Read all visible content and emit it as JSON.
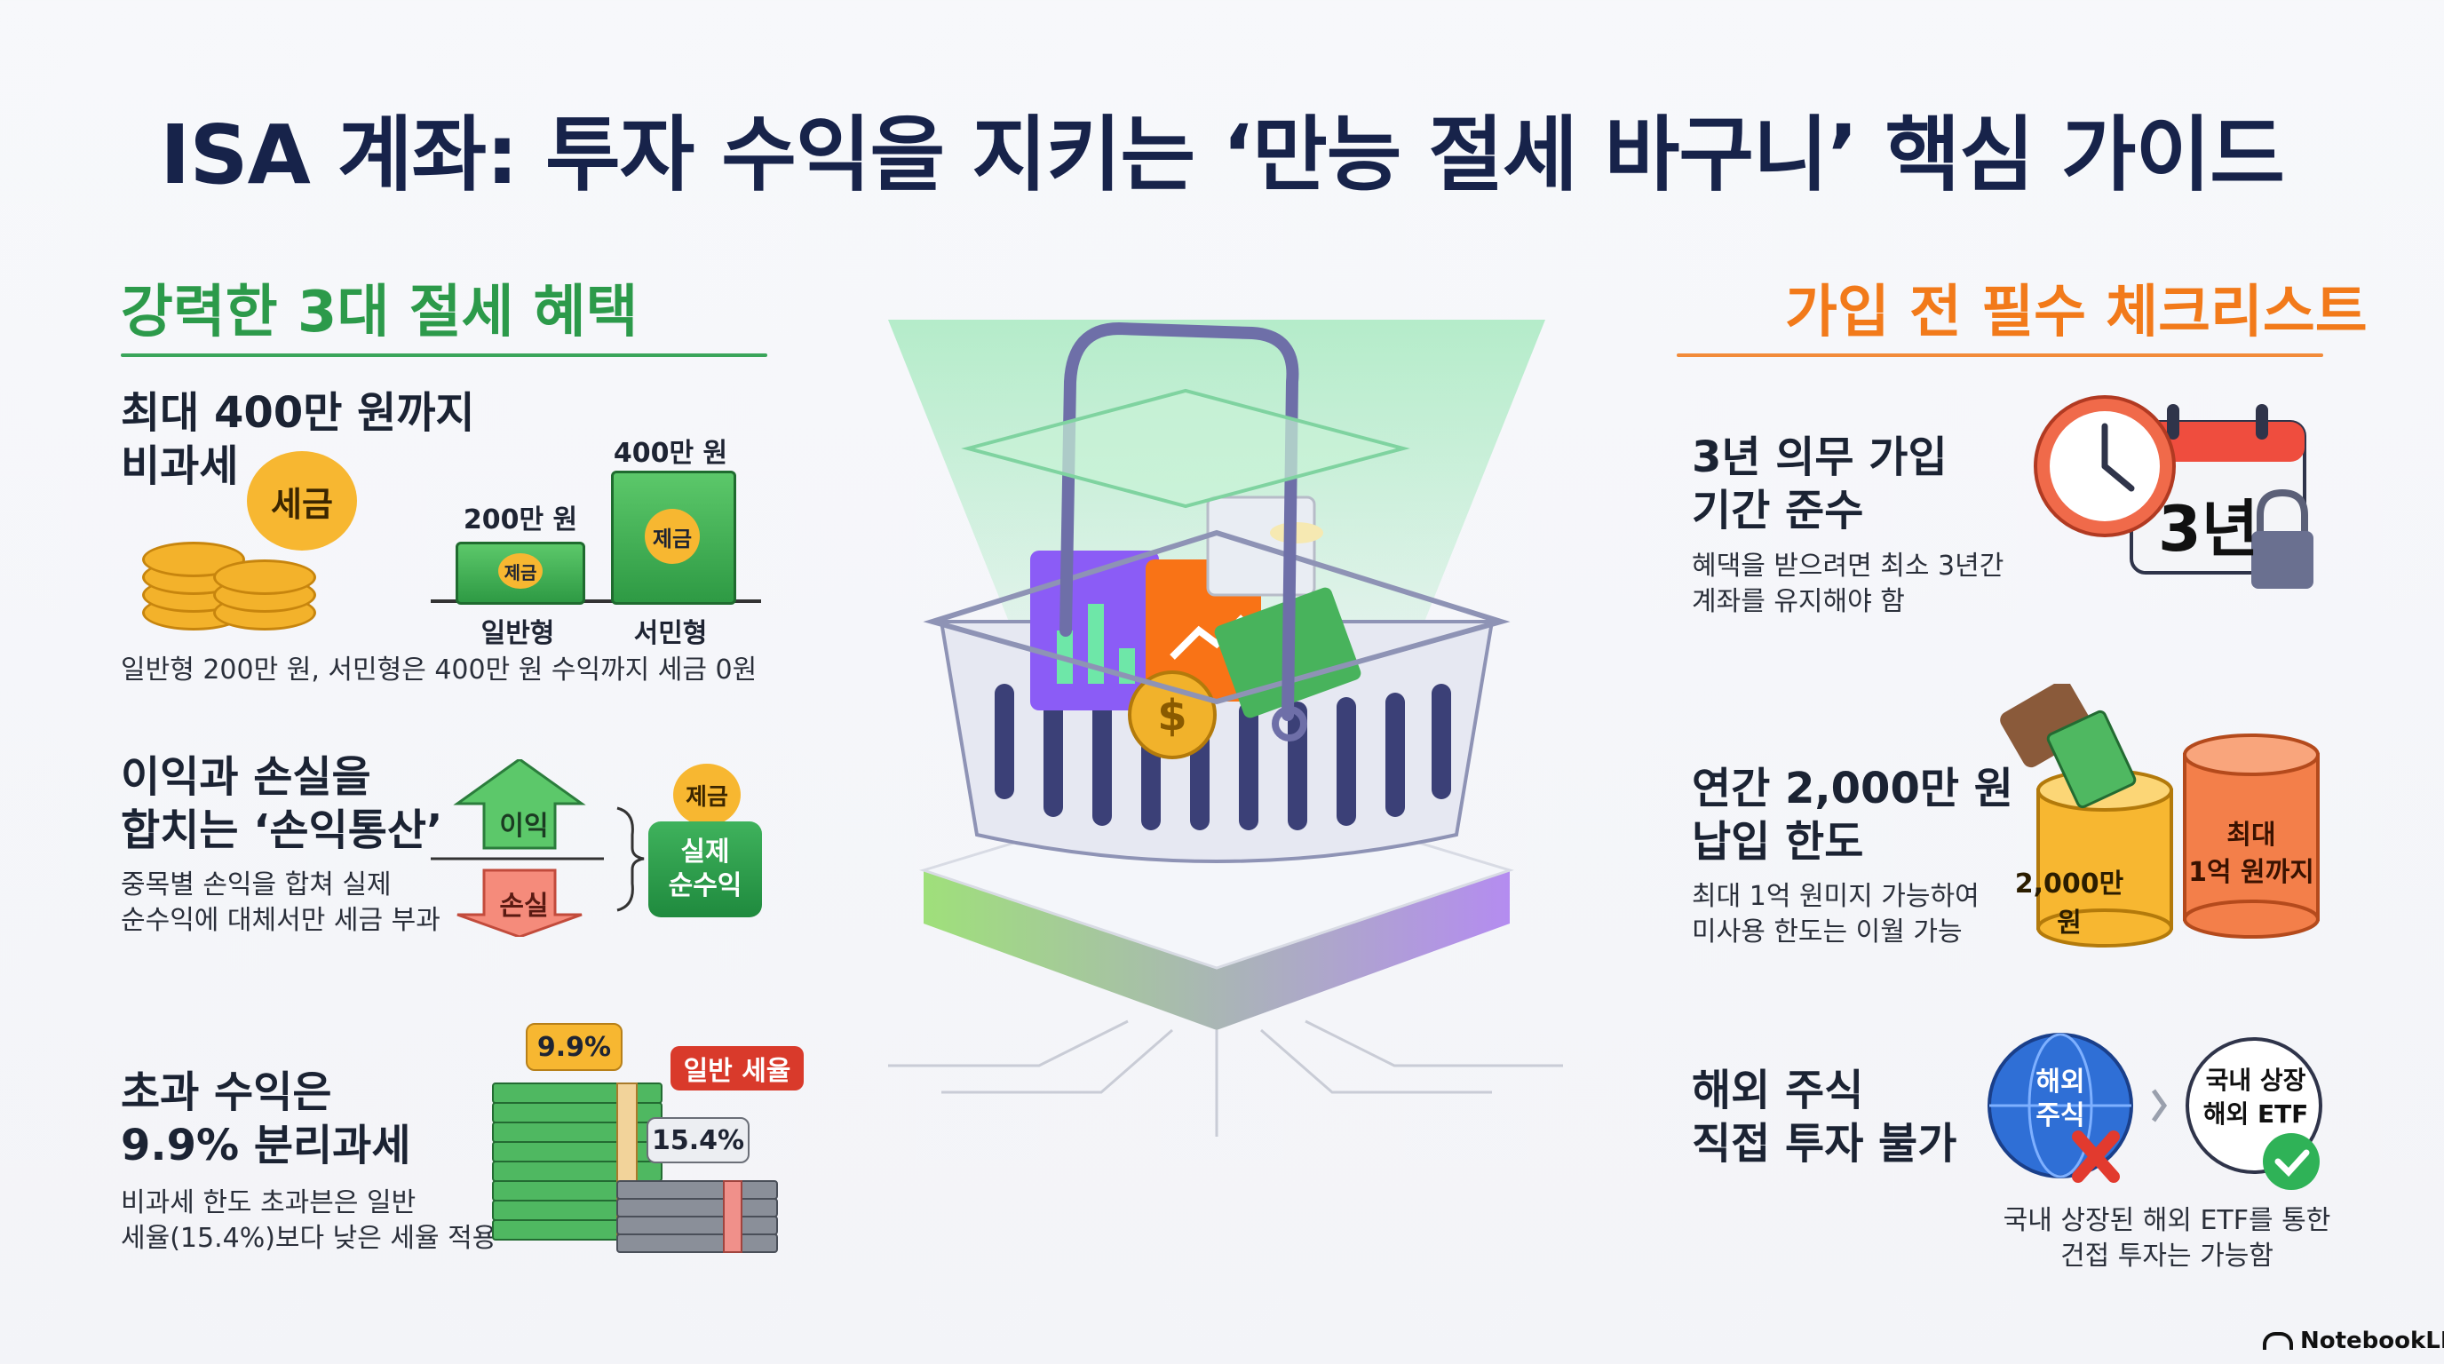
{
  "title": "ISA 계좌: 투자 수익을 지키는 ‘만능 절세 바구니’ 핵심 가이드",
  "colors": {
    "green": "#2c9a4a",
    "orange": "#f27a1a",
    "navy": "#17234a",
    "gold": "#f7b731"
  },
  "left": {
    "heading": "강력한 3대 절세 혜택",
    "item1": {
      "title_l1": "최대 400만 원까지",
      "title_l2": "비과세",
      "bubble": "세금",
      "bar_small_value": "200만 원",
      "bar_small_badge": "제금",
      "bar_small_label": "일반형",
      "bar_big_value": "400만 원",
      "bar_big_badge": "제금",
      "bar_big_label": "서민형",
      "desc": "일반형 200만 원, 서민형은 400만 원 수익까지 세금 0원"
    },
    "item2": {
      "title_l1": "이익과 손실을",
      "title_l2": "합치는 ‘손익통산’",
      "desc_l1": "중목별 손익을 합쳐 실제",
      "desc_l2": "순수익에 대체서만 세금 부과",
      "up_label": "이익",
      "down_label": "손실",
      "bubble": "제금",
      "result_l1": "실제",
      "result_l2": "순수익"
    },
    "item3": {
      "title_l1": "초과 수익은",
      "title_l2": "9.9% 분리과세",
      "desc_l1": "비과세 한도 초과븐은 일반",
      "desc_l2": "세율(15.4%)보다 낮은 세율 적용",
      "bubble_low": "9.9%",
      "bubble_general": "일반 세율",
      "bubble_high": "15.4%"
    }
  },
  "right": {
    "heading": "가입 전 필수 체크리스트",
    "item1": {
      "title_l1": "3년 의무 가입",
      "title_l2": "기간 준수",
      "desc_l1": "혜댁을 받으려면 최소 3년간",
      "desc_l2": "계좌를 유지해야 함",
      "calendar_text": "3년"
    },
    "item2": {
      "title_l1": "연간 2,000만 원",
      "title_l2": "납입 한도",
      "desc_l1": "최대 1억 원미지 가능하여",
      "desc_l2": "미사용 한도는 이월 가능",
      "can_small": "2,000만 원",
      "can_big_l1": "최대",
      "can_big_l2": "1억 원까지"
    },
    "item3": {
      "title_l1": "해외 주식",
      "title_l2": "직접 투자 불가",
      "globe_l1": "해외",
      "globe_l2": "주식",
      "circle_l1": "국내 상장",
      "circle_l2": "해외 ETF",
      "desc_l1": "국내 상장된 해외 ETF를 통한",
      "desc_l2": "건접 투자는 가능함"
    }
  },
  "footer": {
    "brand": "NotebookLM"
  }
}
